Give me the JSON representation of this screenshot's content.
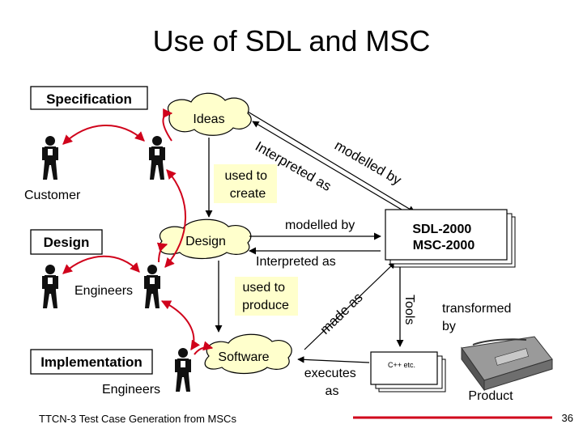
{
  "title": "Use of SDL and MSC",
  "boxes": {
    "specification": "Specification",
    "design": "Design",
    "implementation": "Implementation"
  },
  "labels": {
    "ideas": "Ideas",
    "customer": "Customer",
    "engineers_design": "Engineers",
    "engineers_impl": "Engineers",
    "used_to_create": [
      "used to",
      "create"
    ],
    "design_cloud": "Design",
    "used_to_produce": [
      "used to",
      "produce"
    ],
    "software": "Software",
    "modelled_by_diag": "modelled by",
    "interpreted_as_diag": "Interpreted as",
    "modelled_by": "modelled by",
    "interpreted_as": "Interpreted as",
    "made_as": "made as",
    "tools": "Tools",
    "executes_as": [
      "executes",
      "as"
    ],
    "sdl_msc": [
      "SDL-2000",
      "MSC-2000"
    ],
    "cpp": "C++ etc.",
    "transformed_by": [
      "transformed",
      "by"
    ],
    "product": "Product"
  },
  "footer": {
    "text": "TTCN-3 Test Case Generation from MSCs",
    "page": "36"
  },
  "colors": {
    "accent_red": "#d0021b",
    "cloud_fill": "#ffffcc",
    "box_fill": "#ffffff",
    "figure_dark": "#101010"
  }
}
